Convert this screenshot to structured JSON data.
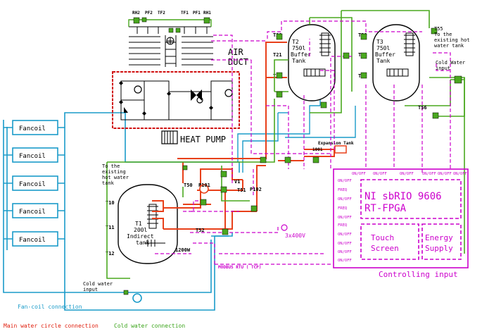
{
  "colors": {
    "main_water": "#e8401a",
    "heat_pump": "#d01010",
    "cold_water": "#4aa81f",
    "fancoil": "#1a9bc9",
    "control": "#cc00cc",
    "black": "#000000"
  },
  "fancoils": [
    "Fancoil",
    "Fancoil",
    "Fancoil",
    "Fancoil",
    "Fancoil"
  ],
  "heat_pump": {
    "air_duct_1": "AIR",
    "air_duct_2": "DUCT",
    "label": "HEAT PUMP",
    "top_sensors": [
      "RH2",
      "PF2",
      "TF2",
      "TF1",
      "PF1",
      "RH1"
    ]
  },
  "tank_t2": {
    "name": "T2",
    "volume": "750l",
    "line1": "Buffer",
    "line2": "Tank",
    "sensors": [
      "T20",
      "T21",
      "T22"
    ]
  },
  "tank_t3": {
    "name": "T3",
    "volume": "750l",
    "line1": "Buffer",
    "line2": "Tank",
    "sensors": [
      "T30",
      "T31",
      "T32"
    ]
  },
  "tank_t1": {
    "name": "T1",
    "volume": "200l",
    "line1": "Indirect",
    "line2": "tank",
    "sensors": [
      "T10",
      "T11",
      "T12"
    ],
    "heater": "1200W"
  },
  "labels": {
    "existing_left": [
      "To the",
      "existing",
      "hot water",
      "tank"
    ],
    "existing_right": [
      "To the",
      "existing hot",
      "water tank"
    ],
    "cold_input_right": [
      "Cold Water",
      "input"
    ],
    "cold_input_bottom": [
      "Cold water",
      "input"
    ],
    "t55": "T55",
    "t56": "T56",
    "t50": "T50",
    "t51": "T51",
    "t52": "T52",
    "p101": "P101",
    "p102": "P102",
    "v1": "V1",
    "expansion": "Expansion Tank",
    "expansion_num": "1001",
    "voltage": "3x400V",
    "modbus": "MODBUS RTU ( TCP)"
  },
  "controller": {
    "title_1": "NI sbRIO  9606",
    "title_2": "RT-FPGA",
    "touch_1": "Touch",
    "touch_2": "Screen",
    "energy_1": "Energy",
    "energy_2": "Supply",
    "controlling_input": "Controlling input",
    "top_ports": [
      "ON/OFF",
      "ON/OFF",
      "ON/OFF",
      "ON/OFF",
      "ON/OFF",
      "ON/OFF"
    ],
    "left_ports": [
      "ON/OFF",
      "FREQ",
      "ON/OFF",
      "FREQ",
      "ON/OFF",
      "FREQ",
      "ON/OFF",
      "ON/OFF",
      "ON/OFF",
      "ON/OFF"
    ]
  },
  "legend": {
    "fancoil": "Fan-coil connection",
    "main_water": "Main water circle connection",
    "cold_water": "Cold water connection"
  }
}
